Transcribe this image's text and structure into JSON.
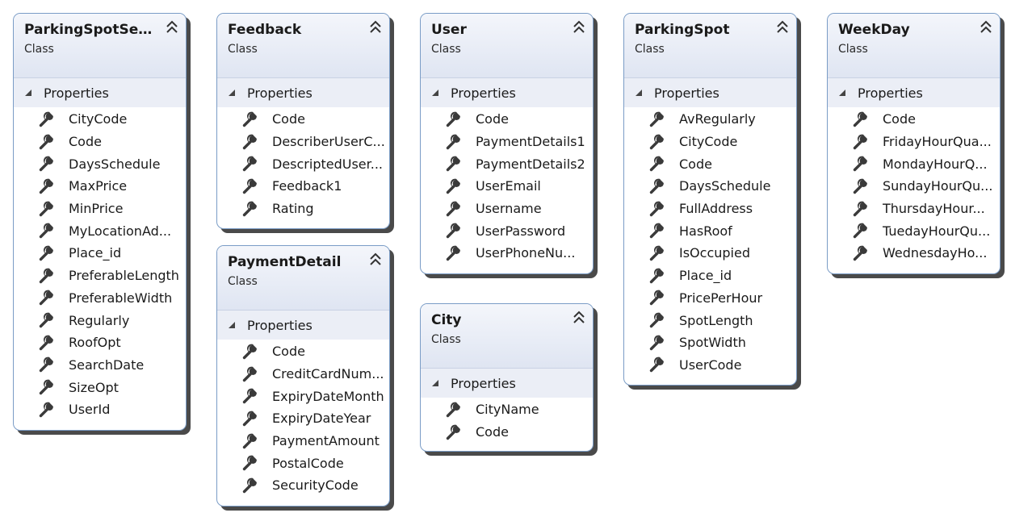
{
  "section_label": "Properties",
  "classes": [
    {
      "name": "ParkingSpotSea...",
      "kind": "Class",
      "properties": [
        "CityCode",
        "Code",
        "DaysSchedule",
        "MaxPrice",
        "MinPrice",
        "MyLocationAd...",
        "Place_id",
        "PreferableLength",
        "PreferableWidth",
        "Regularly",
        "RoofOpt",
        "SearchDate",
        "SizeOpt",
        "UserId"
      ]
    },
    {
      "name": "Feedback",
      "kind": "Class",
      "properties": [
        "Code",
        "DescriberUserC...",
        "DescriptedUser...",
        "Feedback1",
        "Rating"
      ]
    },
    {
      "name": "PaymentDetail",
      "kind": "Class",
      "properties": [
        "Code",
        "CreditCardNum...",
        "ExpiryDateMonth",
        "ExpiryDateYear",
        "PaymentAmount",
        "PostalCode",
        "SecurityCode"
      ]
    },
    {
      "name": "User",
      "kind": "Class",
      "properties": [
        "Code",
        "PaymentDetails1",
        "PaymentDetails2",
        "UserEmail",
        "Username",
        "UserPassword",
        "UserPhoneNu..."
      ]
    },
    {
      "name": "City",
      "kind": "Class",
      "properties": [
        "CityName",
        "Code"
      ]
    },
    {
      "name": "ParkingSpot",
      "kind": "Class",
      "properties": [
        "AvRegularly",
        "CityCode",
        "Code",
        "DaysSchedule",
        "FullAddress",
        "HasRoof",
        "IsOccupied",
        "Place_id",
        "PricePerHour",
        "SpotLength",
        "SpotWidth",
        "UserCode"
      ]
    },
    {
      "name": "WeekDay",
      "kind": "Class",
      "properties": [
        "Code",
        "FridayHourQua...",
        "MondayHourQ...",
        "SundayHourQu...",
        "ThursdayHour...",
        "TuedayHourQu...",
        "WednesdayHo..."
      ]
    }
  ]
}
